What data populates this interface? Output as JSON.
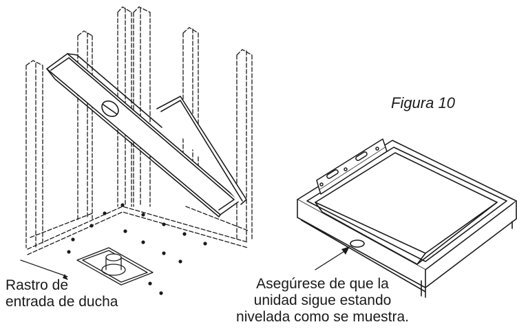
{
  "figure_label": "Figura 10",
  "left_caption": {
    "line1": "Rastro de",
    "line2": "entrada de ducha"
  },
  "right_caption": {
    "line1": "Asegúrese de que la",
    "line2": "unidad sigue estando",
    "line3": "nivelada como se muestra."
  },
  "colors": {
    "ink": "#1a1a1a",
    "paper": "#ffffff"
  }
}
